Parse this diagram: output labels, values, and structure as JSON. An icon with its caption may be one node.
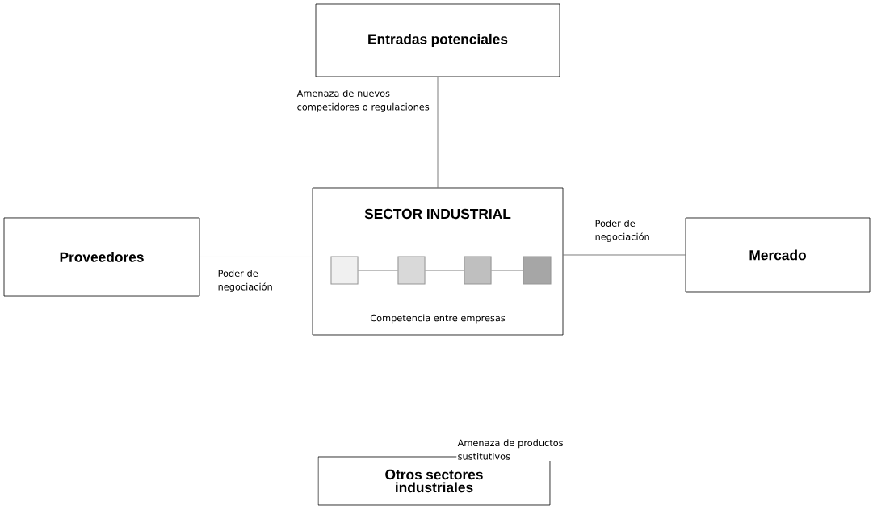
{
  "diagram": {
    "nodes": [
      {
        "text": [
          "Entradas potenciales"
        ]
      },
      {
        "text": [
          "Proveedores"
        ]
      },
      {
        "text": [
          "SECTOR INDUSTRIAL",
          "Competencia entre empresas"
        ]
      },
      {
        "text": [],
        "shape": "box",
        "in": 2
      },
      {
        "text": [],
        "shape": "box",
        "in": 2
      },
      {
        "text": [],
        "shape": "box",
        "in": 2
      },
      {
        "text": [],
        "shape": "box",
        "in": 2
      },
      {
        "text": [
          "Mercado"
        ]
      },
      {
        "text": [
          "Otros sectores industriales"
        ]
      }
    ],
    "edges": [
      {
        "from": 0,
        "to": 2,
        "arrow": "none",
        "label": "Amenaza de nuevos competidores o regulaciones"
      },
      {
        "from": 1,
        "to": 2,
        "arrow": "none",
        "label": "Poder de negociación"
      },
      {
        "from": 2,
        "to": 7,
        "arrow": "none",
        "label": "Poder de negociación"
      },
      {
        "from": 2,
        "to": 8,
        "arrow": "none",
        "label": "Amenaza de productos sustitutivos"
      },
      {
        "from": 3,
        "to": 4,
        "arrow": "none"
      },
      {
        "from": 4,
        "to": 5,
        "arrow": "none"
      },
      {
        "from": 5,
        "to": 6,
        "arrow": "none"
      }
    ]
  }
}
